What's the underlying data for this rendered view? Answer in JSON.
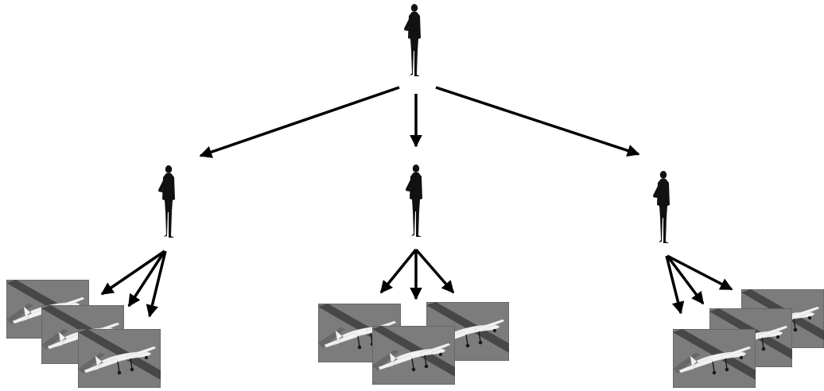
{
  "diagram": {
    "nodes": [
      {
        "id": "operator-top",
        "role": "supervisor",
        "icon": "person-silhouette-icon"
      },
      {
        "id": "operator-left",
        "role": "operator",
        "icon": "person-silhouette-icon"
      },
      {
        "id": "operator-center",
        "role": "operator",
        "icon": "person-silhouette-icon"
      },
      {
        "id": "operator-right",
        "role": "operator",
        "icon": "person-silhouette-icon"
      },
      {
        "id": "uav-group-left",
        "type": "uav-stack",
        "count": 3,
        "icon": "uav-photo-icon"
      },
      {
        "id": "uav-group-center",
        "type": "uav-stack",
        "count": 3,
        "icon": "uav-photo-icon"
      },
      {
        "id": "uav-group-right",
        "type": "uav-stack",
        "count": 3,
        "icon": "uav-photo-icon"
      }
    ],
    "edges": [
      {
        "from": "operator-top",
        "to": "operator-left"
      },
      {
        "from": "operator-top",
        "to": "operator-center"
      },
      {
        "from": "operator-top",
        "to": "operator-right"
      },
      {
        "from": "operator-left",
        "to": "uav-group-left",
        "arrows": 3
      },
      {
        "from": "operator-center",
        "to": "uav-group-center",
        "arrows": 3
      },
      {
        "from": "operator-right",
        "to": "uav-group-right",
        "arrows": 3
      }
    ],
    "colors": {
      "silhouette": "#111111",
      "arrow": "#000000",
      "photo_bg": "#7c7c7c",
      "drone": "#f2f2f2"
    }
  }
}
